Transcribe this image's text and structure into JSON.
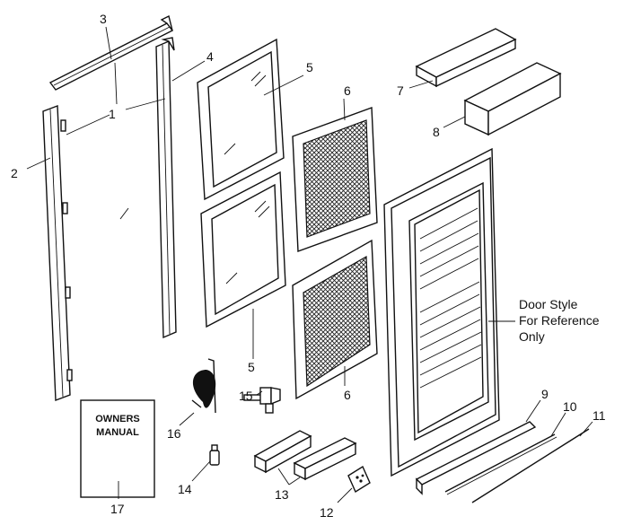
{
  "labels": {
    "p1": "1",
    "p2": "2",
    "p3": "3",
    "p4": "4",
    "p5a": "5",
    "p5b": "5",
    "p6a": "6",
    "p6b": "6",
    "p7": "7",
    "p8": "8",
    "p9": "9",
    "p10": "10",
    "p11": "11",
    "p12": "12",
    "p13": "13",
    "p14": "14",
    "p15": "15",
    "p16": "16",
    "p17": "17"
  },
  "note": {
    "line1": "Door Style",
    "line2": "For Reference",
    "line3": "Only"
  },
  "manual": {
    "line1": "OWNERS",
    "line2": "MANUAL"
  }
}
